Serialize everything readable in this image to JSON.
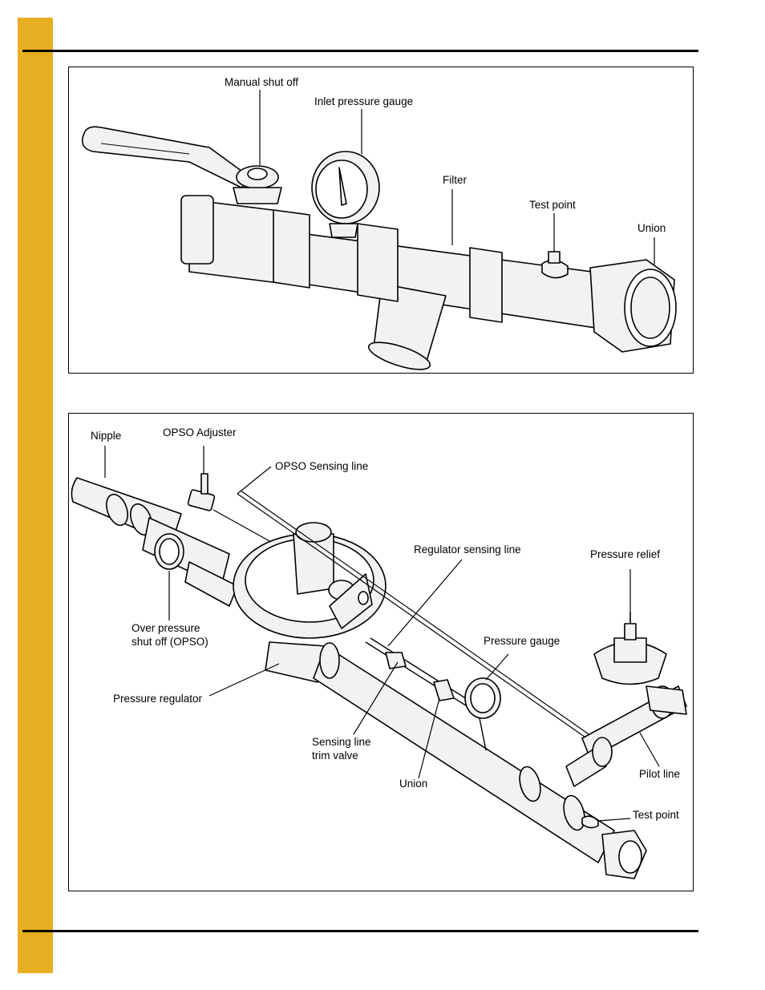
{
  "colors": {
    "sidebar": "#E8AE22",
    "ink": "#000000",
    "part_fill": "#F2F2F2"
  },
  "figure1": {
    "labels": {
      "manual_shut_off": "Manual shut off",
      "inlet_pressure_gauge": "Inlet pressure gauge",
      "filter": "Filter",
      "test_point": "Test point",
      "union": "Union"
    }
  },
  "figure2": {
    "labels": {
      "nipple": "Nipple",
      "opso_adjuster": "OPSO Adjuster",
      "opso_sensing_line": "OPSO Sensing line",
      "regulator_sensing_line": "Regulator sensing line",
      "pressure_relief": "Pressure relief",
      "over_pressure_shut_off": "Over pressure\nshut off (OPSO)",
      "pressure_gauge": "Pressure gauge",
      "pressure_regulator": "Pressure regulator",
      "sensing_line_trim_valve": "Sensing line\ntrim valve",
      "union": "Union",
      "pilot_line": "Pilot line",
      "test_point": "Test point"
    }
  }
}
